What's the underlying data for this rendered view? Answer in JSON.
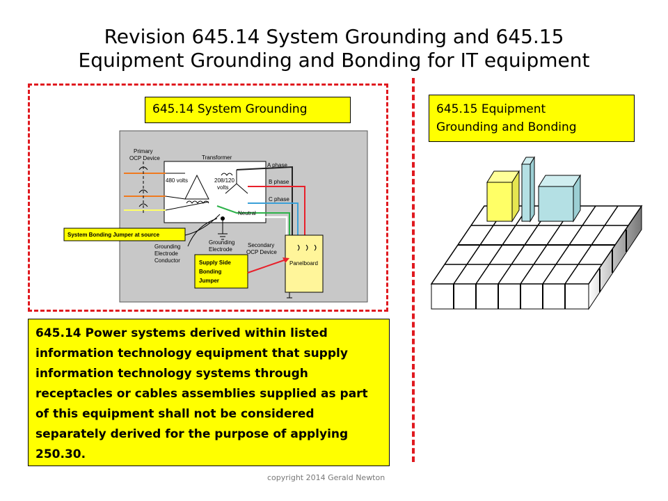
{
  "title": {
    "line1": "Revision 645.14  System Grounding and 645.15",
    "line2": "Equipment Grounding and Bonding for IT equipment"
  },
  "label_645_14": "645.14 System Grounding",
  "label_645_15_line1": "645.15 Equipment",
  "label_645_15_line2": "Grounding and Bonding",
  "diagram": {
    "primary_ocp_1": "Primary",
    "primary_ocp_2": "OCP Device",
    "transformer": "Transformer",
    "volts_480": "480 volts",
    "volts_208_1": "208/120",
    "volts_208_2": "volts",
    "a_phase": "A phase",
    "b_phase": "B phase",
    "c_phase": "C phase",
    "neutral": "Neutral",
    "system_bonding_jumper": "System Bonding Jumper at source",
    "gec_1": "Grounding",
    "gec_2": "Electrode",
    "gec_3": "Conductor",
    "ge_1": "Grounding",
    "ge_2": "Electrode",
    "secondary_ocp_1": "Secondary",
    "secondary_ocp_2": "OCP Device",
    "supply_side_1": "Supply Side",
    "supply_side_2": "Bonding",
    "supply_side_3": "Jumper",
    "panelboard": "Panelboard"
  },
  "text_box": {
    "line1": "645.14  Power systems derived within listed",
    "line2": "information technology equipment that supply",
    "line3": "information technology systems through",
    "line4": "receptacles or cables assemblies supplied as part",
    "line5": "of this equipment shall not be considered",
    "line6": "separately derived for the purpose of applying",
    "line7": "250.30."
  },
  "copyright": "copyright 2014 Gerald Newton",
  "colors": {
    "dash_red": "#e0191f",
    "highlight_yellow": "#ffff00",
    "diagram_gray": "#c8c8c8",
    "panel_yellow": "#fff59a",
    "phase_orange": "#f07a1e",
    "phase_red": "#e8202a",
    "phase_blue": "#3aa0d8",
    "ground_green": "#2db24a",
    "light_yellow": "#ffff66",
    "light_cyan": "#b4e0e4"
  }
}
